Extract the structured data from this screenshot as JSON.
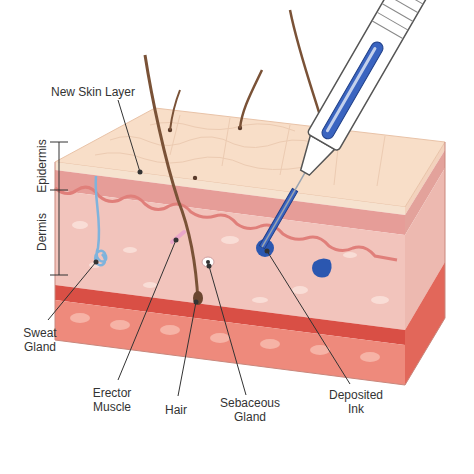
{
  "diagram": {
    "labels": [
      "New Skin Layer",
      "Epidermis",
      "Dermis",
      "Sweat Gland",
      "Erector Muscle",
      "Hair",
      "Sebaceous Gland",
      "Deposited Ink"
    ]
  }
}
